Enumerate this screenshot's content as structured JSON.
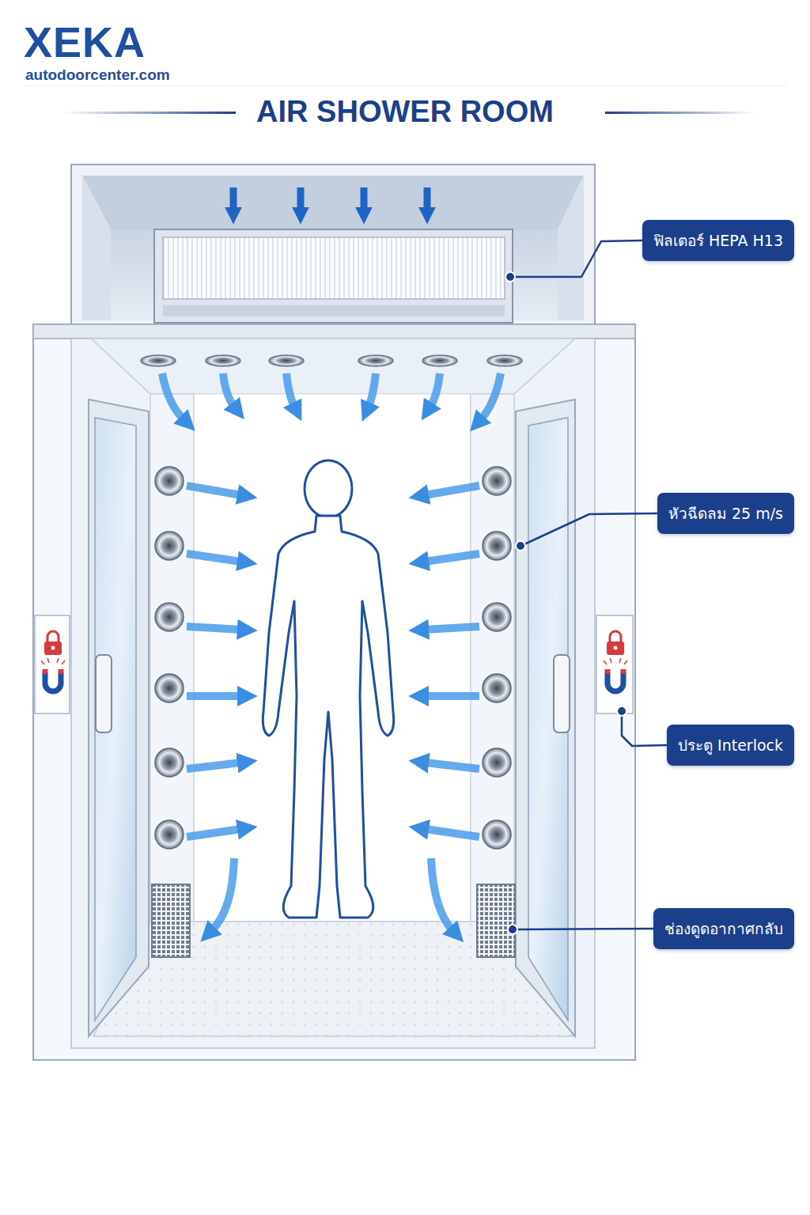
{
  "diagram": {
    "title": "AIR SHOWER ROOM",
    "nodes": [
      {
        "text": [
          "ฟิลเตอร์ HEPA H13"
        ]
      },
      {
        "text": [
          "หัวฉีดลม 25 m/s"
        ]
      },
      {
        "text": [
          "ประตู Interlock"
        ]
      },
      {
        "text": [
          "ช่องดูดอากาศกลับ"
        ]
      }
    ],
    "labels": [
      "XEKA",
      "autodoorcenter.com"
    ]
  }
}
